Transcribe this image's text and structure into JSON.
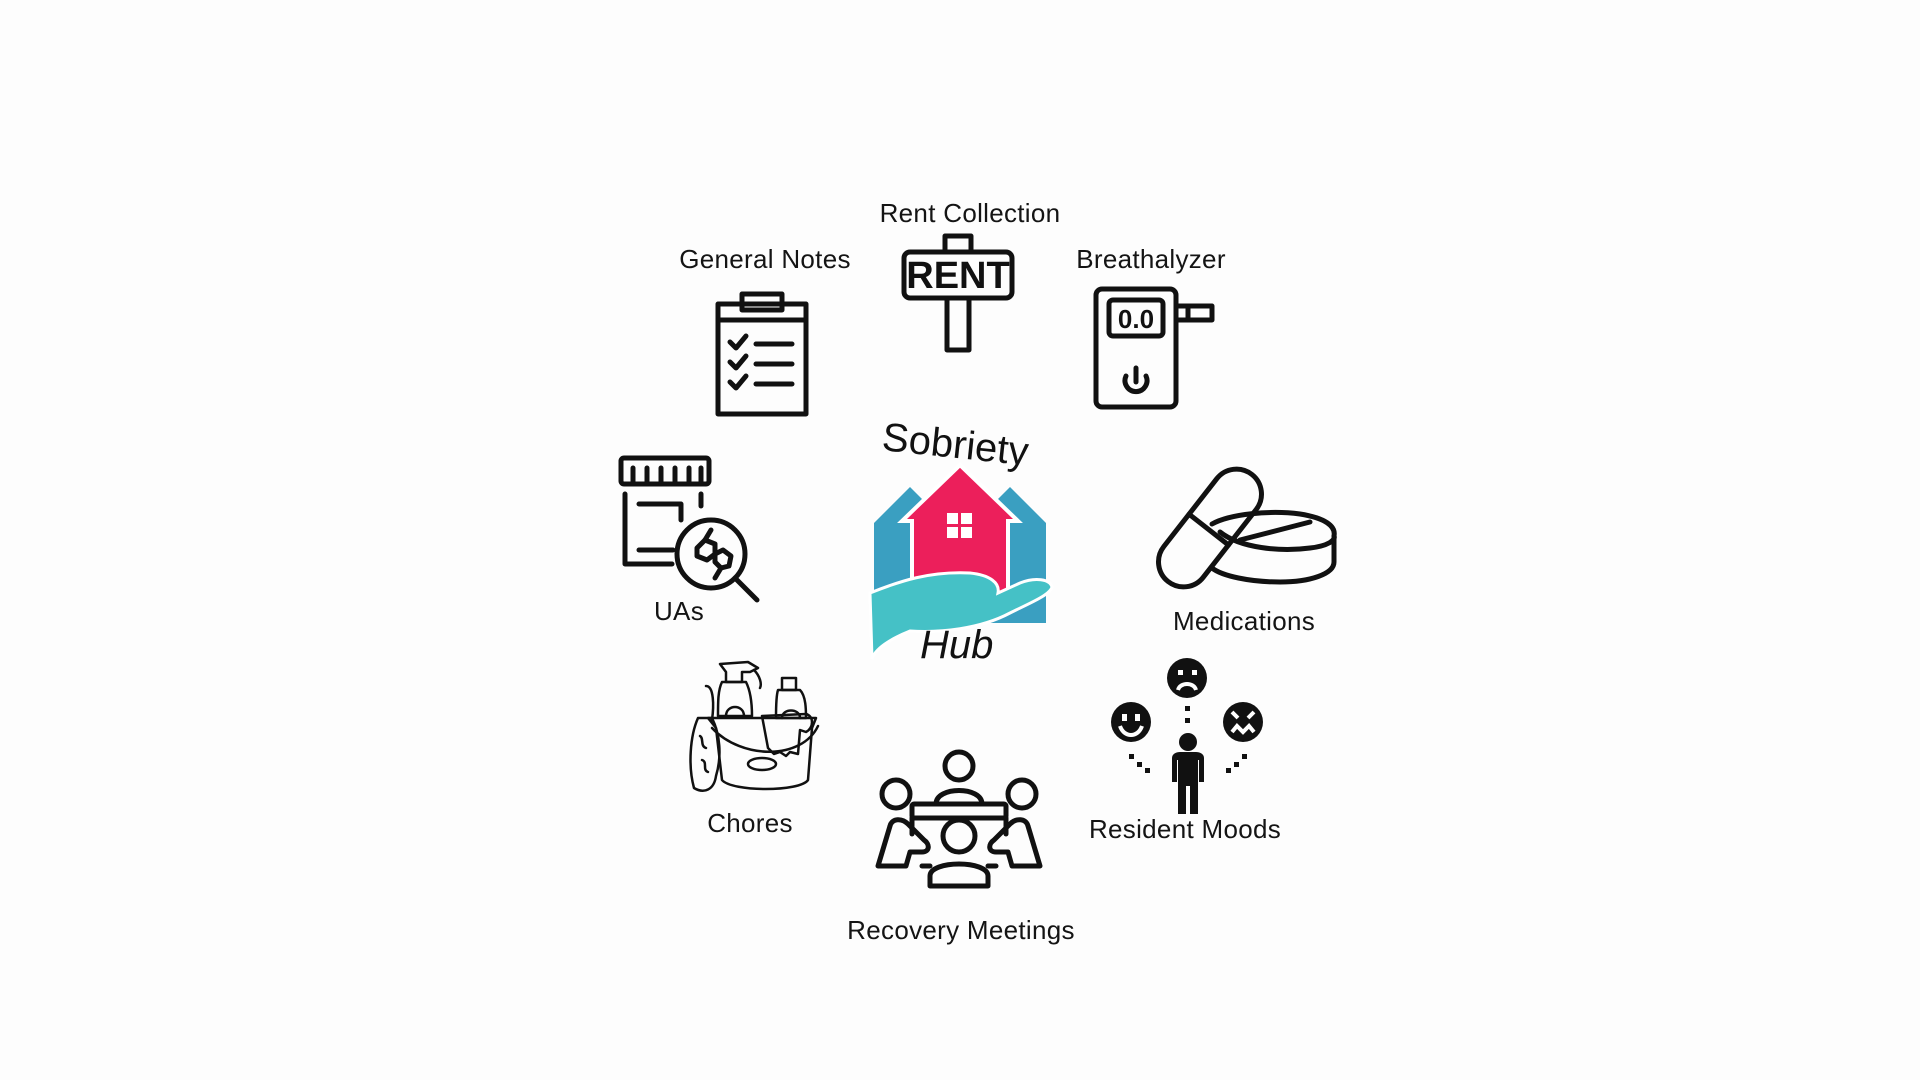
{
  "logo": {
    "top_text": "Sobriety",
    "bottom_text": "Hub",
    "colors": {
      "house_main": "#ec1f5b",
      "house_side": "#3a9fc1",
      "hand": "#45c1c6",
      "window": "#ffffff"
    }
  },
  "features": [
    {
      "id": "rent",
      "label": "Rent Collection",
      "icon": "rent-sign-icon",
      "sign_text": "RENT"
    },
    {
      "id": "notes",
      "label": "General Notes",
      "icon": "clipboard-checklist-icon"
    },
    {
      "id": "breathalyzer",
      "label": "Breathalyzer",
      "icon": "breathalyzer-icon",
      "display_value": "0.0"
    },
    {
      "id": "uas",
      "label": "UAs",
      "icon": "urine-test-cup-icon"
    },
    {
      "id": "medications",
      "label": "Medications",
      "icon": "pills-icon"
    },
    {
      "id": "chores",
      "label": "Chores",
      "icon": "cleaning-bucket-icon"
    },
    {
      "id": "meetings",
      "label": "Recovery Meetings",
      "icon": "meeting-group-icon"
    },
    {
      "id": "moods",
      "label": "Resident Moods",
      "icon": "resident-moods-icon"
    }
  ]
}
